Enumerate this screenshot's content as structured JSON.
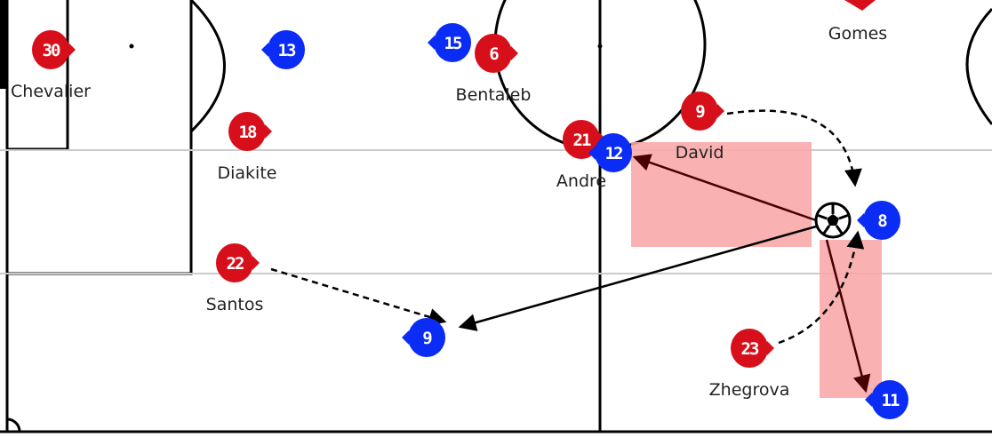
{
  "colors": {
    "home": "#d60f1b",
    "away": "#0a2cf5",
    "highlight": "#f9a8a8",
    "pass_arrow": "#4a0000",
    "line": "#000000"
  },
  "players": [
    {
      "number": "30",
      "team": "home",
      "name": "Chevalier"
    },
    {
      "number": "13",
      "team": "away",
      "name": ""
    },
    {
      "number": "15",
      "team": "away",
      "name": ""
    },
    {
      "number": "6",
      "team": "home",
      "name": "Bentaleb"
    },
    {
      "number": "18",
      "team": "home",
      "name": "Diakite"
    },
    {
      "number": "21",
      "team": "home",
      "name": "Andre"
    },
    {
      "number": "12",
      "team": "away",
      "name": ""
    },
    {
      "number": "9",
      "team": "home",
      "name": "David"
    },
    {
      "number": "8",
      "team": "away",
      "name": ""
    },
    {
      "number": "22",
      "team": "home",
      "name": "Santos"
    },
    {
      "number": "9",
      "team": "away",
      "name": ""
    },
    {
      "number": "23",
      "team": "home",
      "name": "Zhegrova"
    },
    {
      "number": "11",
      "team": "away",
      "name": ""
    }
  ],
  "offscreen_labels": [
    "Gomes"
  ],
  "ball_icon": "soccer-ball-icon"
}
